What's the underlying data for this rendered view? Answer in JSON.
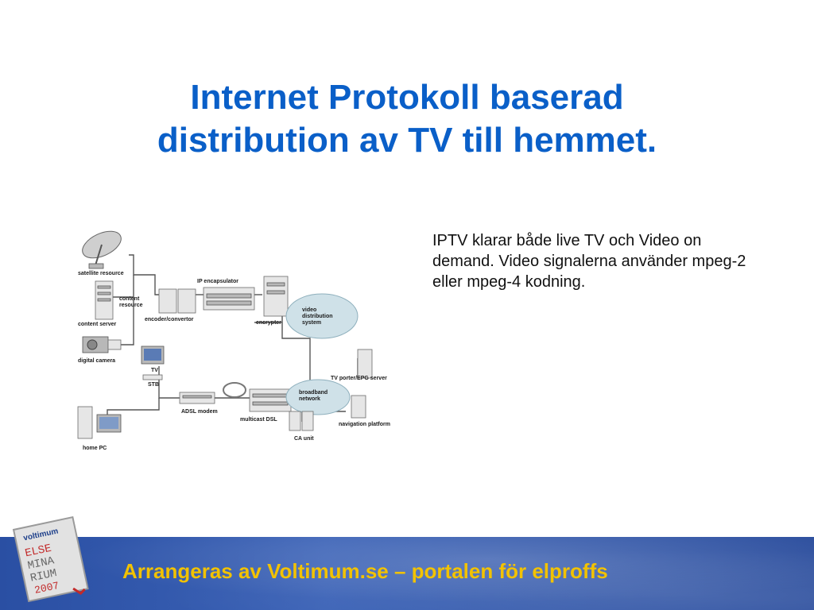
{
  "slide": {
    "title_line1": "Internet Protokoll baserad",
    "title_line2": "distribution av TV till hemmet.",
    "body_text": "IPTV klarar både live TV och Video on demand. Video signalerna använder mpeg-2 eller mpeg-4 kodning."
  },
  "diagram": {
    "labels": {
      "satellite_resource": "satellite resource",
      "content_resource_1": "content",
      "content_resource_2": "resource",
      "content_server": "content server",
      "digital_camera": "digital camera",
      "ip_encapsulator": "IP encapsulator",
      "encoder_convertor": "encoder/convertor",
      "encrypter": "encrypter",
      "video_dist_1": "video",
      "video_dist_2": "distribution",
      "video_dist_3": "system",
      "tv": "TV",
      "stb": "STB",
      "tv_porter": "TV porter/EPG server",
      "broadband_1": "broadband",
      "broadband_2": "network",
      "adsl_modem": "ADSL modem",
      "multicast_dsl": "multicast DSL",
      "navigation_platform": "navigation platform",
      "ca_unit": "CA unit",
      "home_pc": "home PC"
    }
  },
  "footer": {
    "text": "Arrangeras av Voltimum.se – portalen för elproffs"
  },
  "logo": {
    "brand": "voltimum",
    "line1": "ELSE",
    "line2": "MINA",
    "line3": "RIUM",
    "year": "2007"
  },
  "colors": {
    "title": "#0a5fc8",
    "footer_text": "#f2c200",
    "footer_bar": "#2d54a8"
  }
}
